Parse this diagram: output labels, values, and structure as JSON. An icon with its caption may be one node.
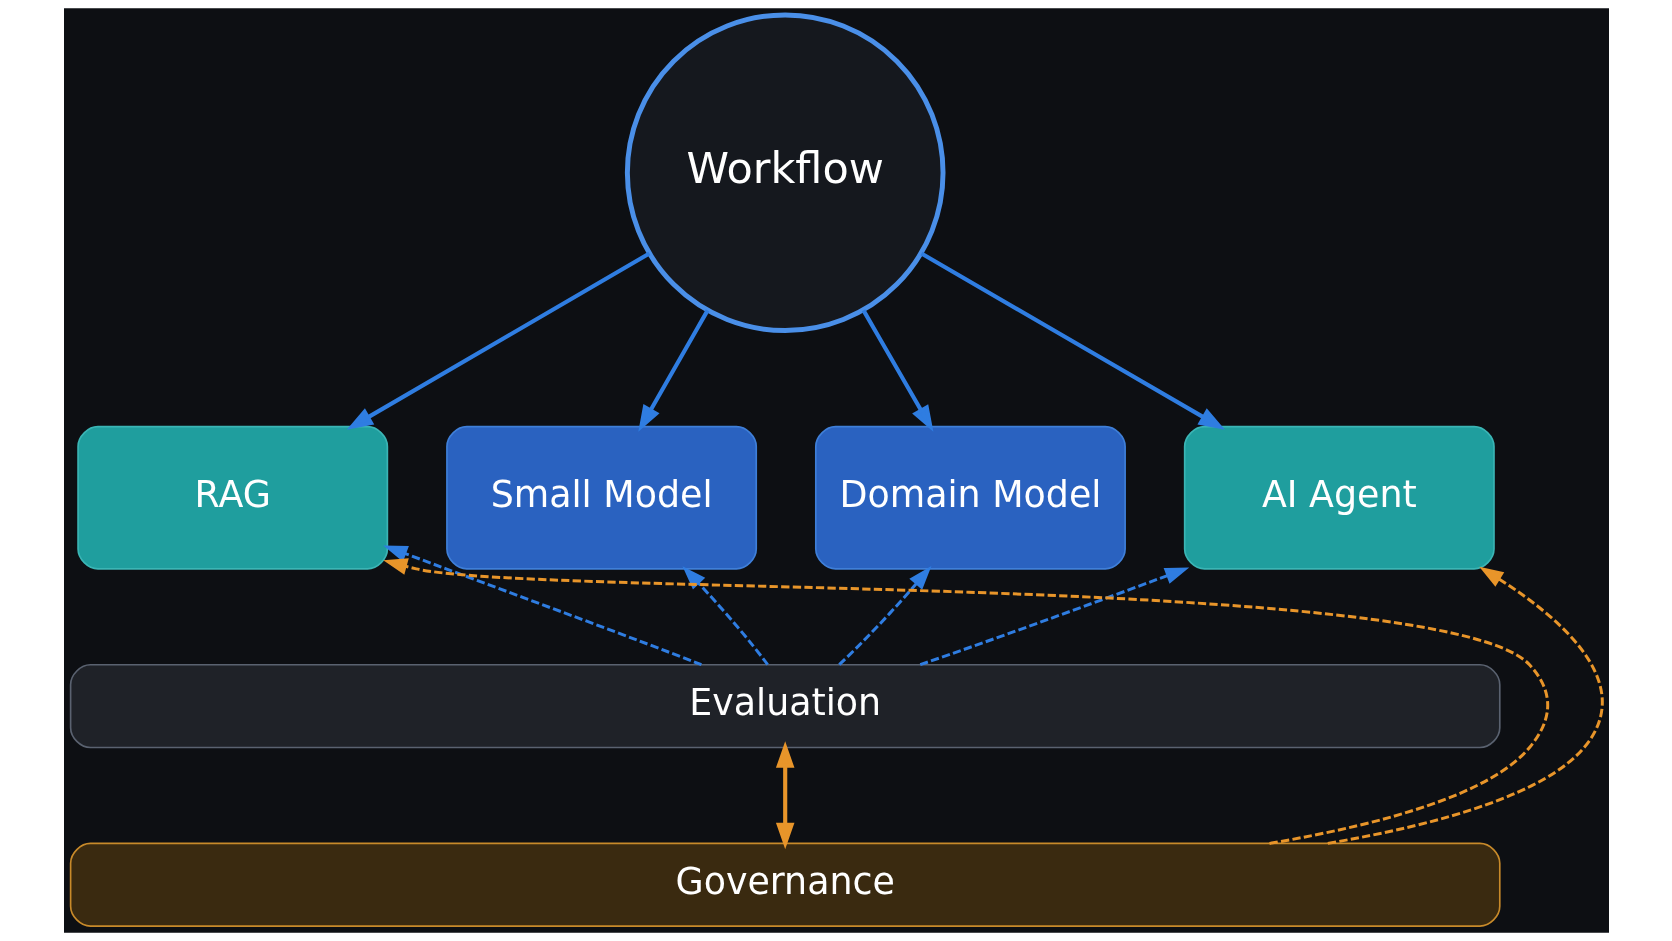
{
  "diagram": {
    "nodes": [
      {
        "text": [
          "Workflow"
        ]
      },
      {
        "text": [
          "RAG"
        ]
      },
      {
        "text": [
          "Small Model"
        ]
      },
      {
        "text": [
          "Domain Model"
        ]
      },
      {
        "text": [
          "AI Agent"
        ]
      },
      {
        "text": [
          "Evaluation"
        ]
      },
      {
        "text": [
          "Governance"
        ]
      }
    ],
    "edges": [
      {
        "from": 0,
        "to": 1,
        "arrow": "to"
      },
      {
        "from": 0,
        "to": 2,
        "arrow": "to"
      },
      {
        "from": 0,
        "to": 3,
        "arrow": "to"
      },
      {
        "from": 0,
        "to": 4,
        "arrow": "to"
      },
      {
        "from": 5,
        "to": 1,
        "arrow": "to",
        "style": "dashed"
      },
      {
        "from": 5,
        "to": 2,
        "arrow": "to",
        "style": "dashed"
      },
      {
        "from": 5,
        "to": 3,
        "arrow": "to",
        "style": "dashed"
      },
      {
        "from": 5,
        "to": 4,
        "arrow": "to",
        "style": "dashed"
      },
      {
        "from": 5,
        "to": 6,
        "arrow": "both",
        "color": "#e8952a"
      },
      {
        "from": 6,
        "to": 1,
        "arrow": "to",
        "style": "dashed",
        "color": "#e8952a"
      },
      {
        "from": 6,
        "to": 4,
        "arrow": "to",
        "style": "dashed",
        "color": "#e8952a"
      }
    ]
  }
}
